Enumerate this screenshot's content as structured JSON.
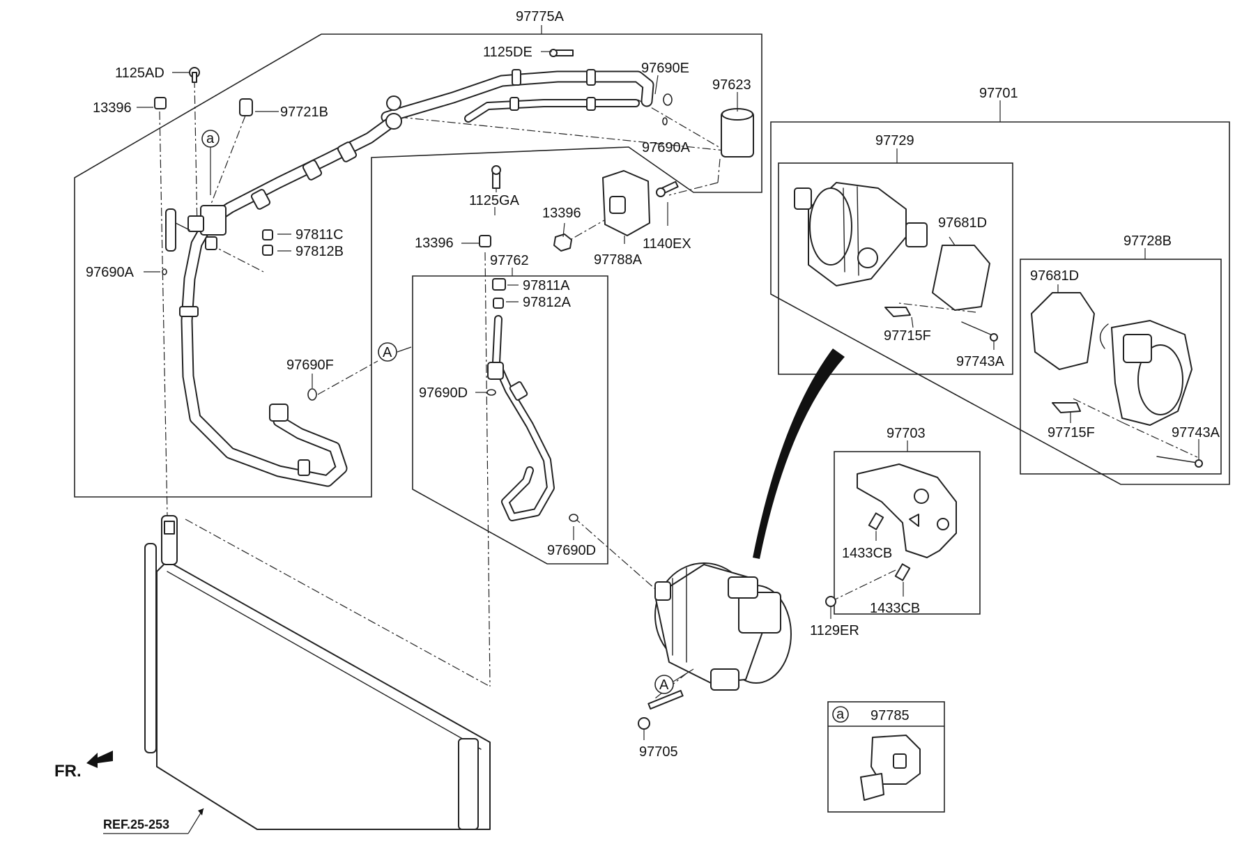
{
  "labels": {
    "97775A": "97775A",
    "1125DE": "1125DE",
    "97690E": "97690E",
    "97623": "97623",
    "97690A_top": "97690A",
    "1125AD": "1125AD",
    "13396_top": "13396",
    "97721B": "97721B",
    "ref_a": "a",
    "1125GA": "1125GA",
    "13396_mid": "13396",
    "1140EX": "1140EX",
    "97788A": "97788A",
    "13396_left": "13396",
    "97762": "97762",
    "97811C": "97811C",
    "97812B": "97812B",
    "97690A_left": "97690A",
    "97811A": "97811A",
    "97812A": "97812A",
    "ref_A_hose": "A",
    "97690F": "97690F",
    "97690D_top": "97690D",
    "97690D_bottom": "97690D",
    "97701": "97701",
    "97729": "97729",
    "97681D_a": "97681D",
    "97728B": "97728B",
    "97681D_b": "97681D",
    "97715F_a": "97715F",
    "97743A_a": "97743A",
    "97715F_b": "97715F",
    "97743A_b": "97743A",
    "97703": "97703",
    "1433CB_a": "1433CB",
    "1433CB_b": "1433CB",
    "1129ER": "1129ER",
    "ref_A_comp": "A",
    "97705": "97705",
    "legend_a": "a",
    "97785": "97785",
    "fr": "FR.",
    "ref_25_253": "REF.25-253"
  }
}
